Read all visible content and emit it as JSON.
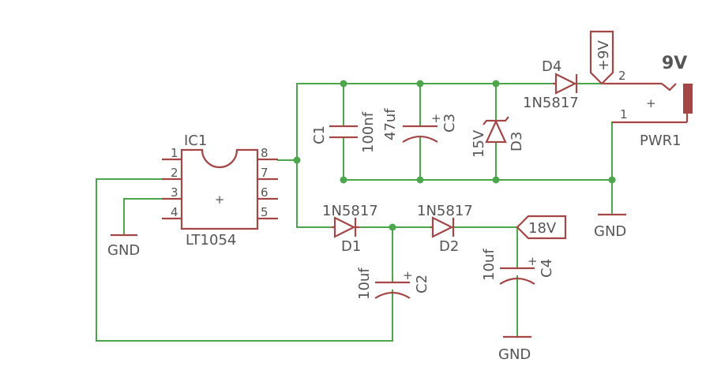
{
  "ic1": {
    "name": "IC1",
    "value": "LT1054",
    "pins_left": [
      "1",
      "2",
      "3",
      "4"
    ],
    "pins_right": [
      "8",
      "7",
      "6",
      "5"
    ],
    "center_mark": "+"
  },
  "capacitors": {
    "c1": {
      "name": "C1",
      "value": "100nf"
    },
    "c2": {
      "name": "C2",
      "value": "10uf",
      "polarity": "+"
    },
    "c3": {
      "name": "C3",
      "value": "47uf",
      "polarity": "+"
    },
    "c4": {
      "name": "C4",
      "value": "10uf",
      "polarity": "+"
    }
  },
  "diodes": {
    "d1": {
      "name": "D1",
      "value": "1N5817"
    },
    "d2": {
      "name": "D2",
      "value": "1N5817"
    },
    "d3": {
      "name": "D3",
      "value": "15V"
    },
    "d4": {
      "name": "D4",
      "value": "1N5817"
    }
  },
  "power": {
    "pwr1": {
      "name": "PWR1",
      "value": "9V",
      "pin1": "1",
      "pin2": "2",
      "plus": "+"
    },
    "label_9v": "+9V",
    "label_18v": "18V"
  },
  "gnd": {
    "gnd1": "GND",
    "gnd2": "GND",
    "gnd3": "GND"
  },
  "colors": {
    "wire": "#4ca64c",
    "symbol": "#a54646",
    "text": "#555555",
    "background": "#ffffff"
  }
}
